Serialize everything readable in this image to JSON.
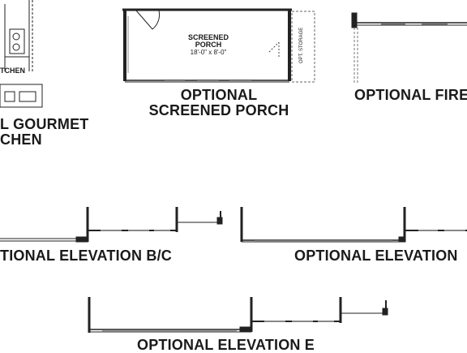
{
  "labels": {
    "kitchen_fragment": "TCHEN",
    "gourmet_line1": "L GOURMET",
    "gourmet_line2": "CHEN",
    "screened_room_line1": "SCREENED",
    "screened_room_line2": "PORCH",
    "screened_dims": "18'-0\" x 8'-0\"",
    "opt_storage": "OPT. STORAGE",
    "porch_title_line1": "OPTIONAL",
    "porch_title_line2": "SCREENED PORCH",
    "fireplace_fragment": "OPTIONAL FIRE",
    "elev_bc": "TIONAL ELEVATION B/C",
    "elev_right": "OPTIONAL ELEVATION",
    "elev_e": "OPTIONAL ELEVATION E"
  }
}
